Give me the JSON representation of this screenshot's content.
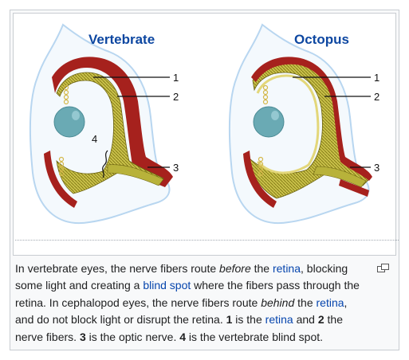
{
  "figure": {
    "left_title": "Vertebrate",
    "right_title": "Octopus",
    "labels": {
      "one": "1",
      "two": "2",
      "three": "3",
      "four": "4"
    },
    "colors": {
      "title": "#0d47a1",
      "retina": "#b8b23a",
      "nerve": "#8a7d16",
      "sclera": "#a6211d",
      "outline": "#b8d6f0",
      "lens": "#6aaab4",
      "link": "#0645ad"
    },
    "icon": "magnify-clip-icon"
  },
  "caption": {
    "s1": "In vertebrate eyes, the nerve fibers route ",
    "before": "before",
    "s2": " the ",
    "retina_link_1": "retina",
    "s3": ", blocking some light and creating a ",
    "blind_spot_link": "blind spot",
    "s4": " where the fibers pass through the retina. In cephalopod eyes, the nerve fibers route ",
    "behind": "behind",
    "s5": " the ",
    "retina_link_2": "retina",
    "s6": ", and do not block light or disrupt the retina. ",
    "b1": "1",
    "s7": " is the ",
    "retina_link_3": "retina",
    "s8": " and ",
    "b2": "2",
    "s9": " the nerve fibers. ",
    "b3": "3",
    "s10": " is the optic nerve. ",
    "b4": "4",
    "s11": " is the vertebrate blind spot."
  }
}
